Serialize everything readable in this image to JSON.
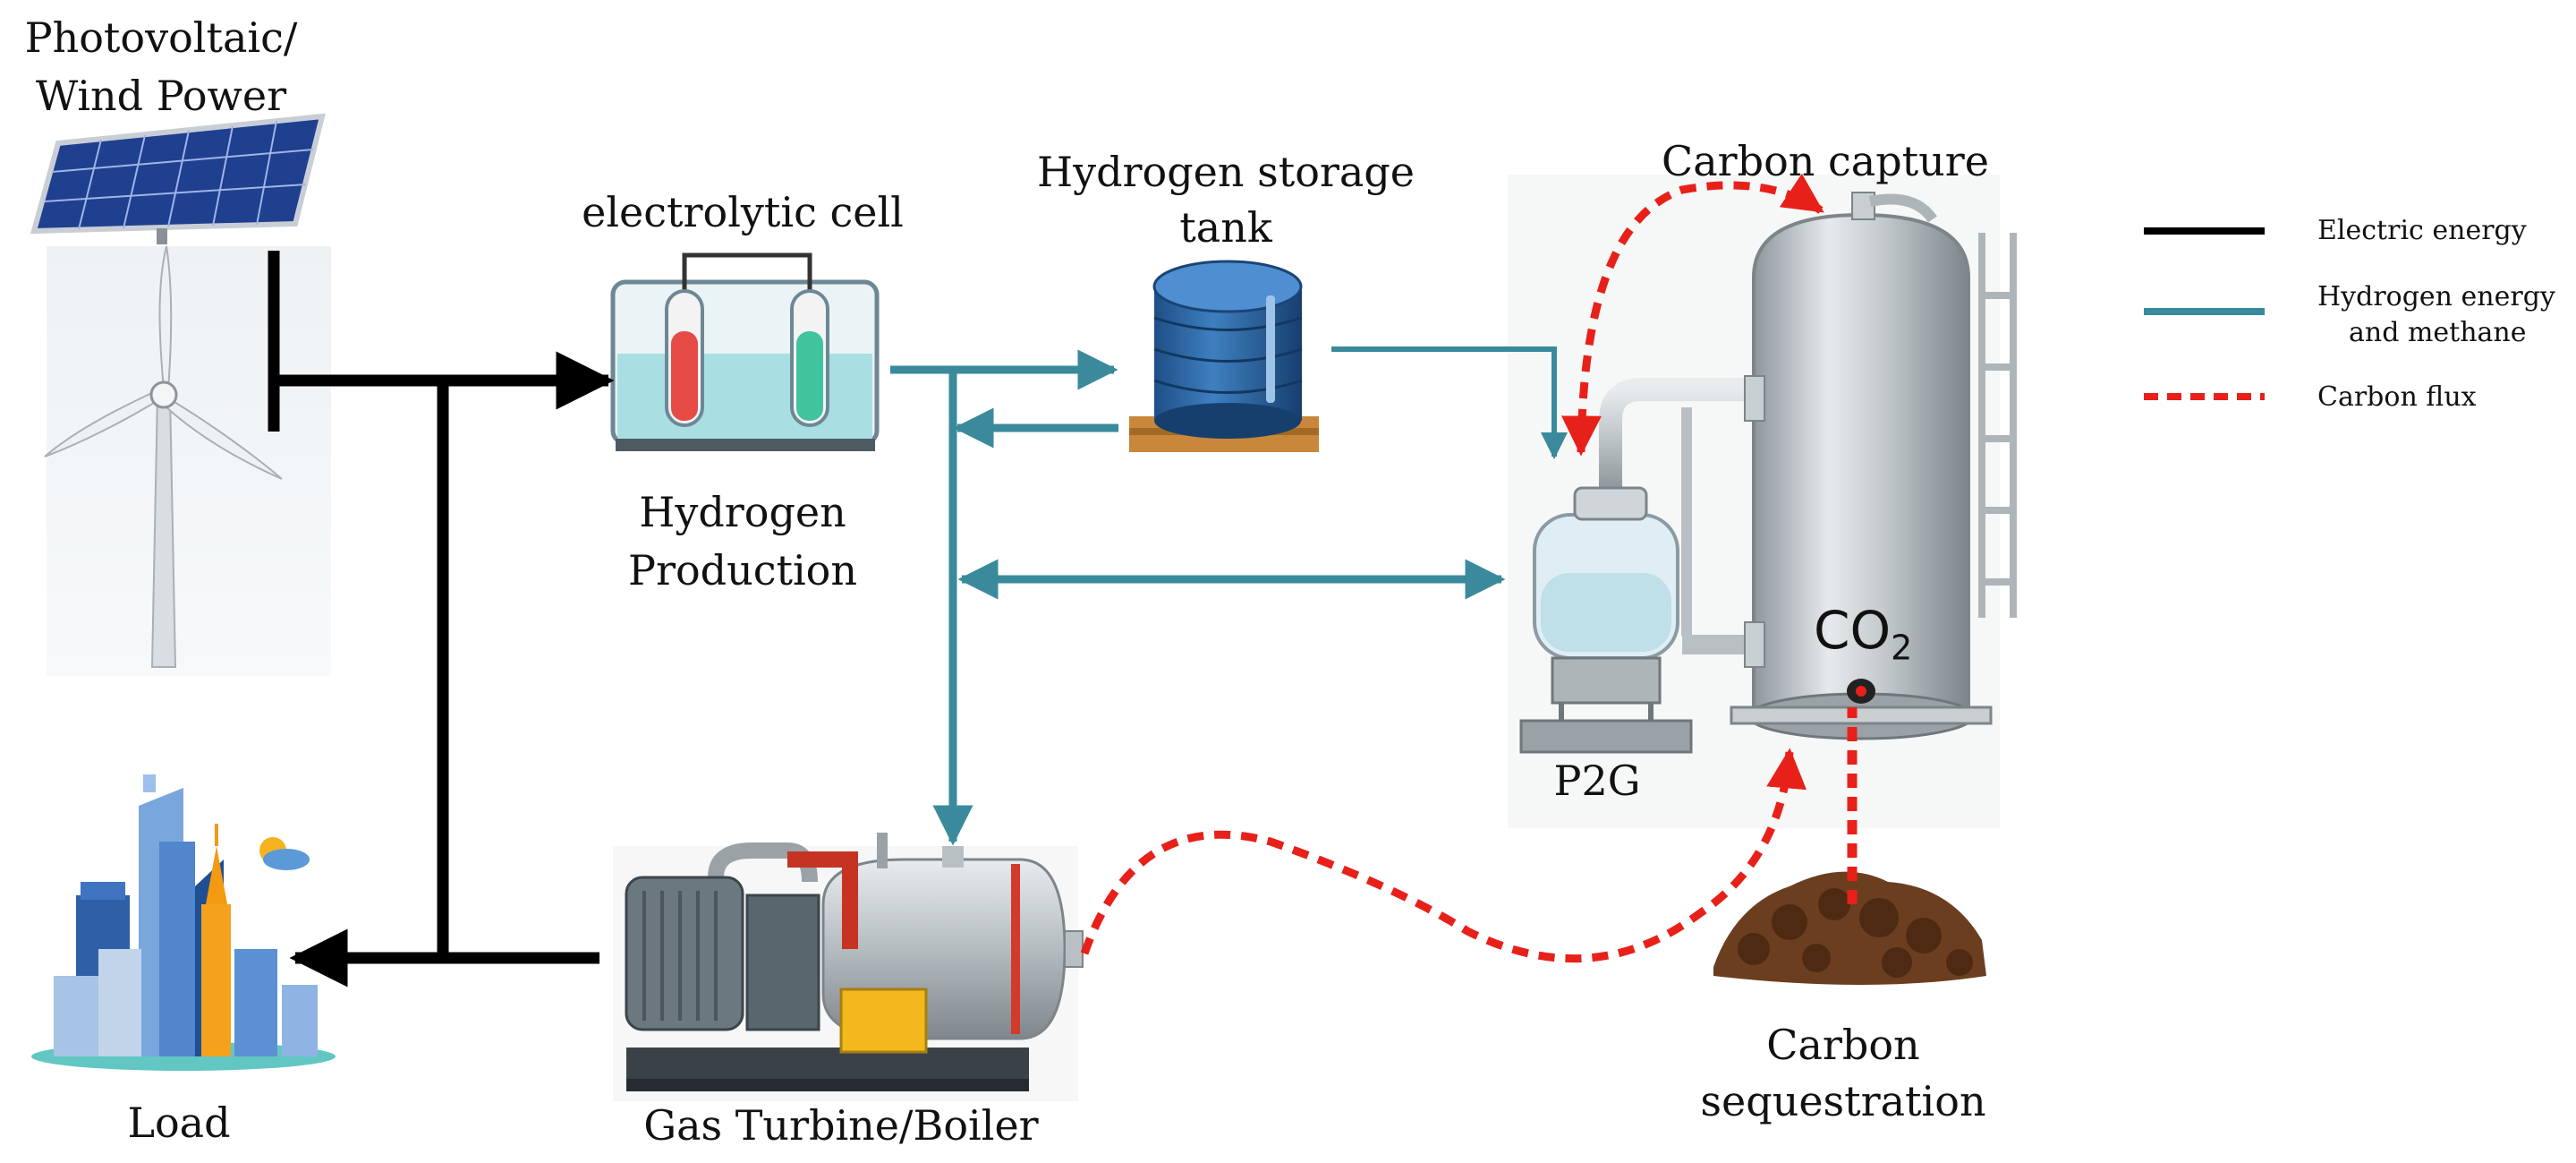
{
  "labels": {
    "pv_wind_line1": "Photovoltaic/",
    "pv_wind_line2": "Wind Power",
    "electrolytic_cell": "electrolytic cell",
    "hydrogen_production_line1": "Hydrogen",
    "hydrogen_production_line2": "Production",
    "hydrogen_storage_line1": "Hydrogen storage",
    "hydrogen_storage_line2": "tank",
    "carbon_capture": "Carbon capture",
    "co2": "CO",
    "co2_sub": "2",
    "p2g": "P2G",
    "load": "Load",
    "gas_turbine": "Gas Turbine/Boiler",
    "carbon_sequestration_line1": "Carbon",
    "carbon_sequestration_line2": "sequestration"
  },
  "legend": {
    "items": [
      {
        "label": "Electric energy",
        "color": "#000000",
        "style": "solid"
      },
      {
        "label_line1": "Hydrogen energy",
        "label_line2": "and methane",
        "color": "#3a8a9c",
        "style": "solid"
      },
      {
        "label": "Carbon flux",
        "color": "#e8201a",
        "style": "dashed"
      }
    ]
  },
  "colors": {
    "electric": "#000000",
    "hydrogen": "#3a8a9c",
    "carbon": "#e8201a"
  }
}
